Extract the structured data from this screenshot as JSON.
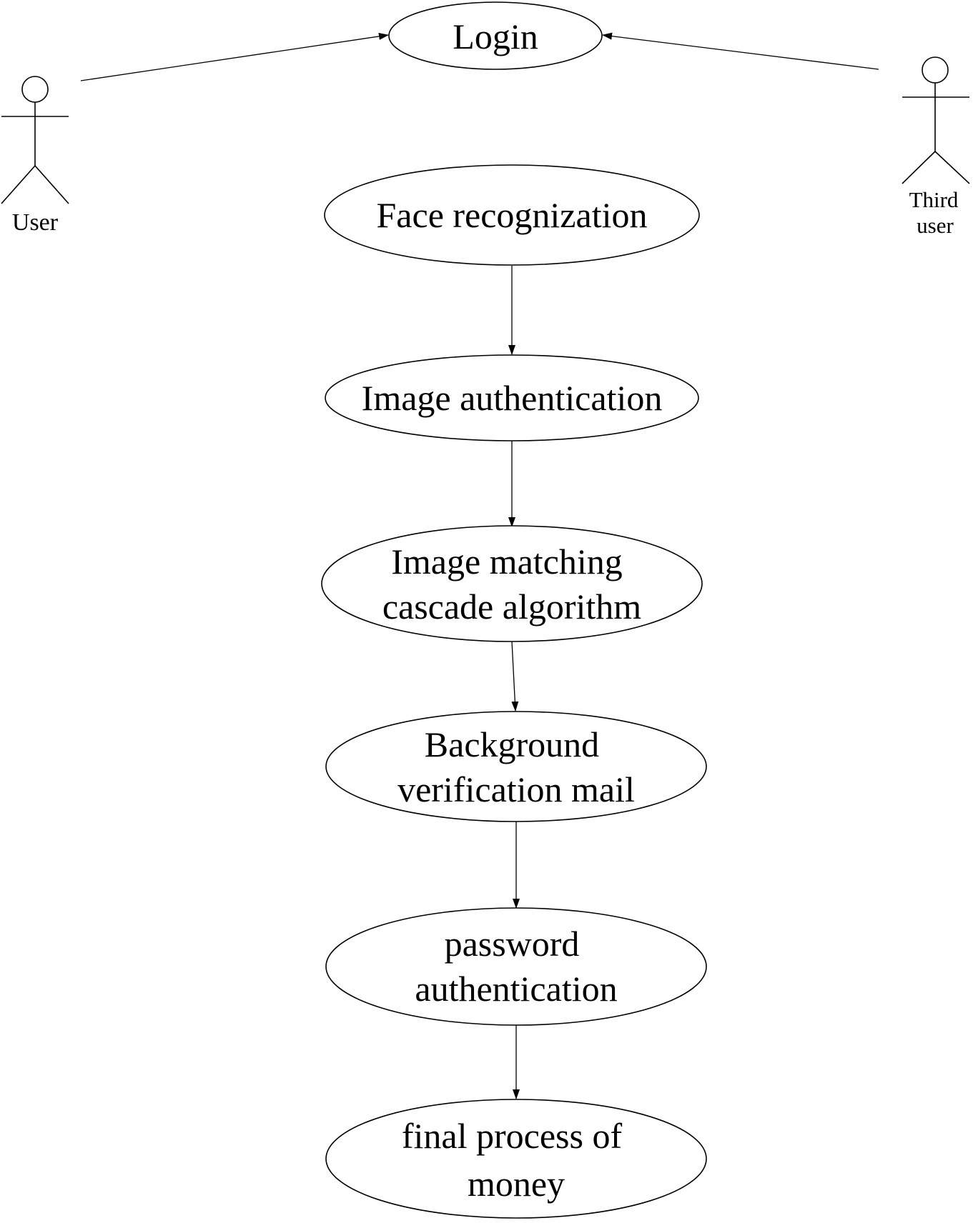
{
  "actors": {
    "user": {
      "label": "User"
    },
    "third_user": {
      "label_lines": [
        "Third",
        "user"
      ]
    }
  },
  "use_cases": {
    "login": {
      "lines": [
        "Login"
      ]
    },
    "face_recognization": {
      "lines": [
        "Face recognization"
      ]
    },
    "image_authentication": {
      "lines": [
        "Image authentication"
      ]
    },
    "image_matching": {
      "lines": [
        "Image matching",
        "cascade algorithm"
      ]
    },
    "background_verification": {
      "lines": [
        "Background",
        "verification mail"
      ]
    },
    "password_authentication": {
      "lines": [
        "password",
        "authentication"
      ]
    },
    "final_process": {
      "lines": [
        "final process of",
        "money"
      ]
    }
  },
  "relations": [
    {
      "from": "user",
      "to": "login"
    },
    {
      "from": "third_user",
      "to": "login"
    },
    {
      "from": "face_recognization",
      "to": "image_authentication"
    },
    {
      "from": "image_authentication",
      "to": "image_matching"
    },
    {
      "from": "image_matching",
      "to": "background_verification"
    },
    {
      "from": "background_verification",
      "to": "password_authentication"
    },
    {
      "from": "password_authentication",
      "to": "final_process"
    }
  ]
}
